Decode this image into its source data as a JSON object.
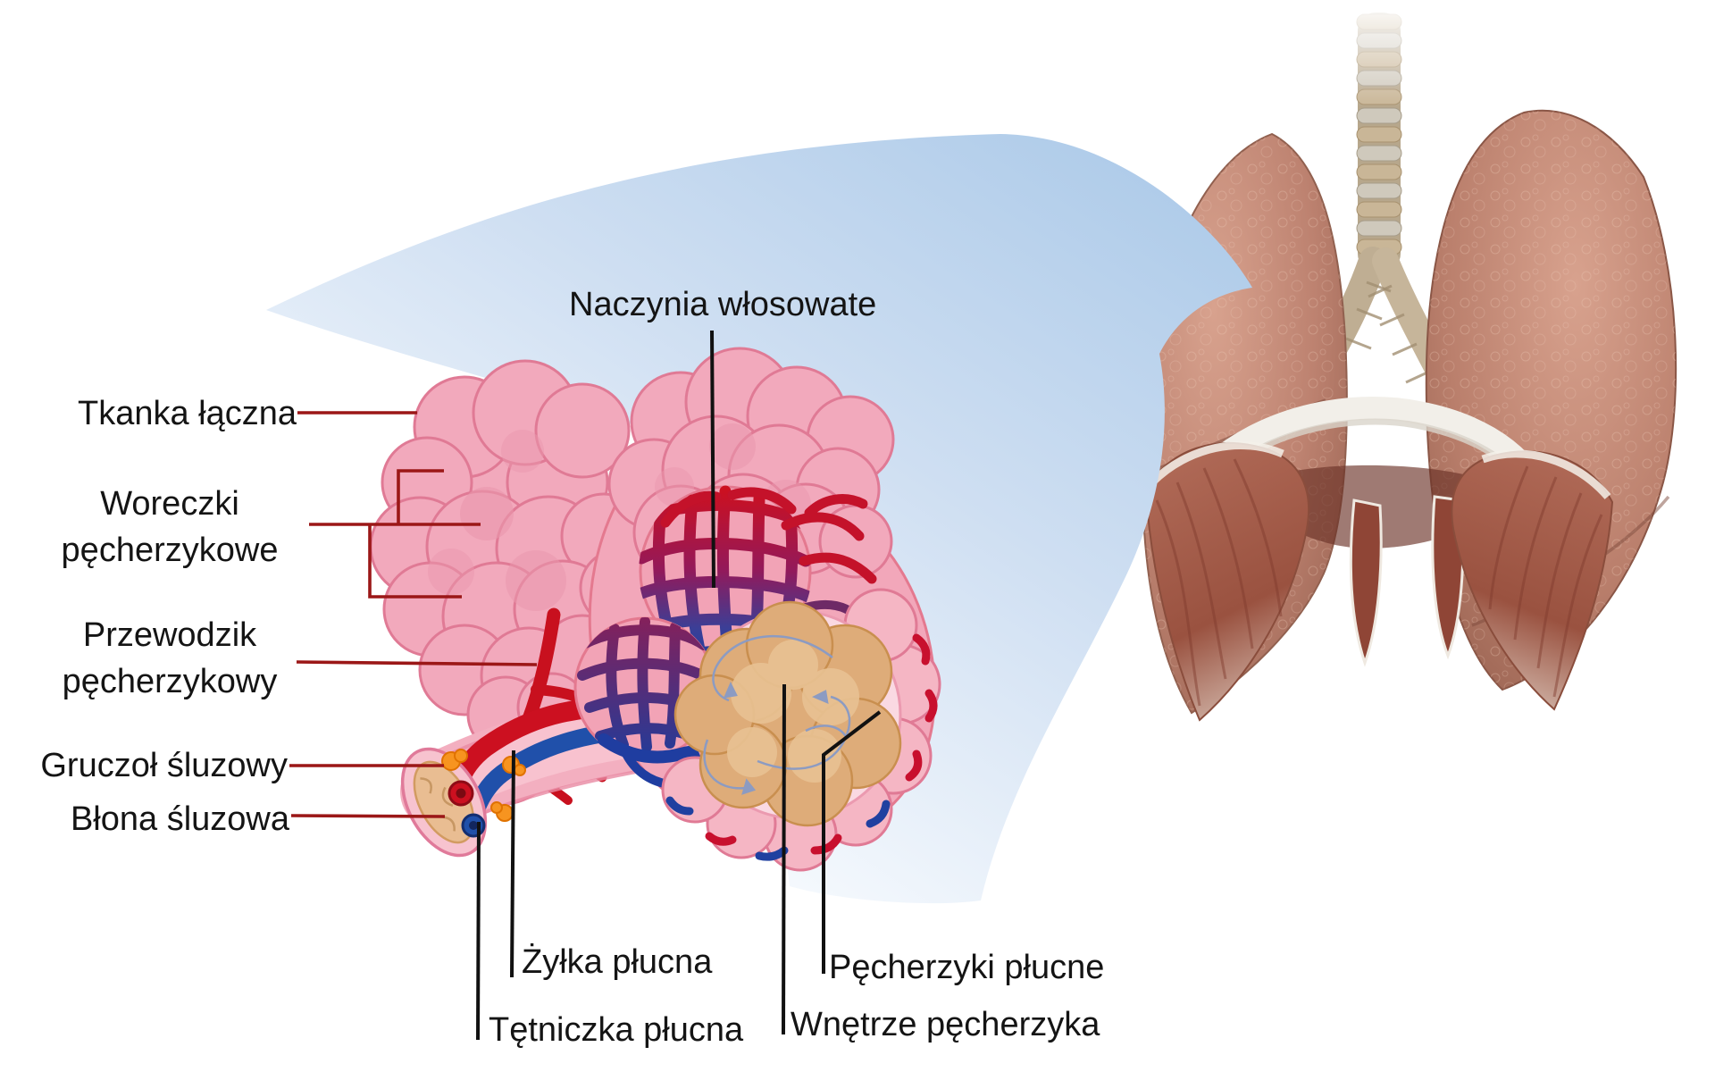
{
  "figure": {
    "language": "pl",
    "description_labels_count": 10
  },
  "labels": {
    "tkanka_laczna": "Tkanka łączna",
    "woreczki_pecherzykowe": "Woreczki pęcherzykowe",
    "przewodzik_pecherzykowy": "Przewodzik pęcherzykowy",
    "gruczol_sluzowy": "Gruczoł śluzowy",
    "blona_sluzowa": "Błona śluzowa",
    "naczynia_wlosowate": "Naczynia włosowate",
    "zylka_plucna": "Żyłka płucna",
    "tetniczka_plucna": "Tętniczka płucna",
    "pecherzyki_plucne": "Pęcherzyki płucne",
    "wnetrze_pecherzyka": "Wnętrze pęcherzyka"
  },
  "colors": {
    "label_text": "#141414",
    "leader_red": "#9b1717",
    "leader_black": "#111111",
    "alveoli_pink": "#f2a9bc",
    "alveoli_outline": "#e07a95",
    "duct_red": "#cc1020",
    "vein_blue": "#2050aa",
    "capillary_purple": "#7a2458",
    "interior_tan": "#deac79",
    "gland_orange": "#f79420",
    "swoosh_blue": "#bad2ec",
    "lung_brown": "#c18774",
    "diaphragm_red": "#a65847"
  }
}
